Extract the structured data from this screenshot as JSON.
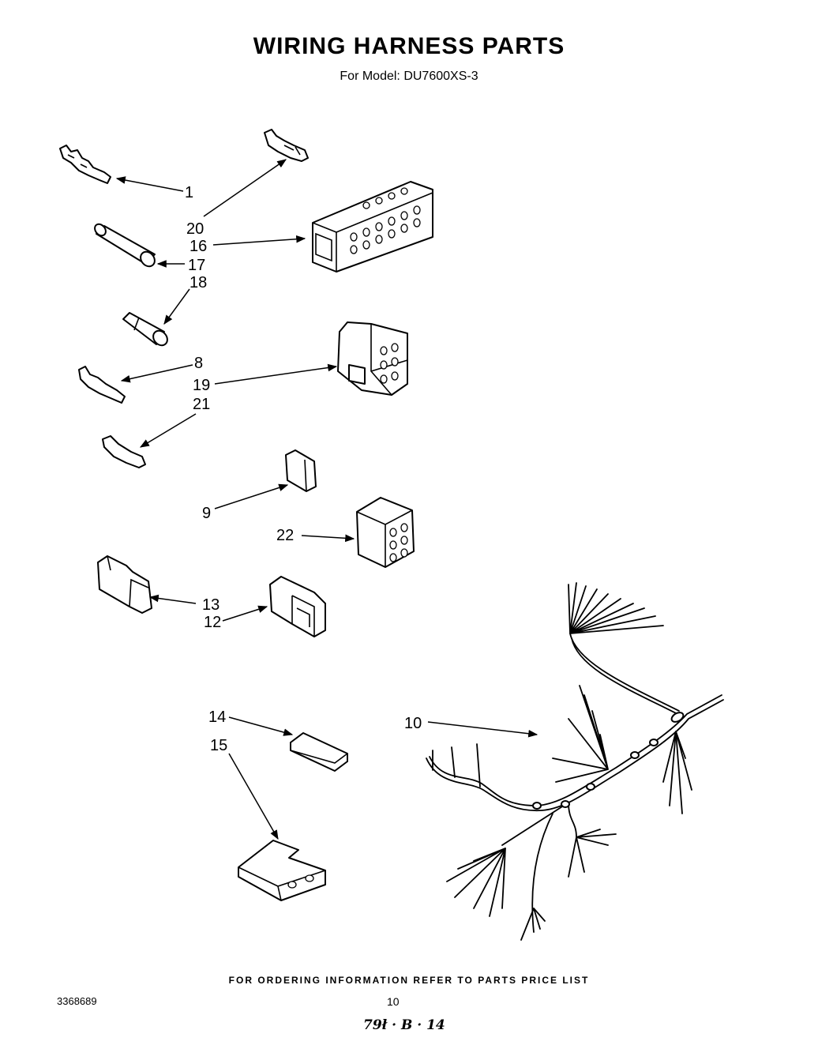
{
  "header": {
    "title": "WIRING HARNESS PARTS",
    "subtitle": "For Model: DU7600XS-3"
  },
  "callouts": {
    "c1": "1",
    "c20": "20",
    "c16": "16",
    "c17": "17",
    "c18": "18",
    "c8": "8",
    "c19": "19",
    "c21": "21",
    "c9": "9",
    "c22": "22",
    "c13": "13",
    "c12": "12",
    "c14": "14",
    "c15": "15",
    "c10": "10"
  },
  "footer": {
    "notice": "FOR ORDERING INFORMATION REFER TO PARTS PRICE LIST",
    "doc_number": "3368689",
    "page_number": "10",
    "handwritten": "79ł · B · 14"
  }
}
